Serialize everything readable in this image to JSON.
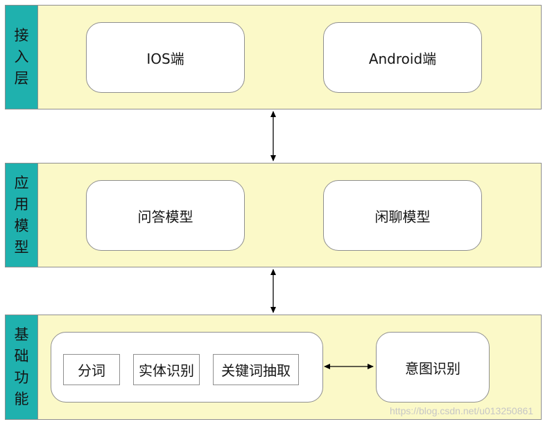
{
  "layers": [
    {
      "label_chars": [
        "接",
        "入",
        "层"
      ],
      "nodes": [
        "IOS端",
        "Android端"
      ]
    },
    {
      "label_chars": [
        "应",
        "用",
        "模",
        "型"
      ],
      "nodes": [
        "问答模型",
        "闲聊模型"
      ]
    },
    {
      "label_chars": [
        "基",
        "础",
        "功",
        "能"
      ],
      "group_items": [
        "分词",
        "实体识别",
        "关键词抽取"
      ],
      "side_node": "意图识别"
    }
  ],
  "watermark": "https://blog.csdn.net/u013250861",
  "colors": {
    "layer_fill": "#fbf9c8",
    "label_fill": "#1fb1ae",
    "border": "#8e8e8e",
    "arrow": "#000000"
  }
}
